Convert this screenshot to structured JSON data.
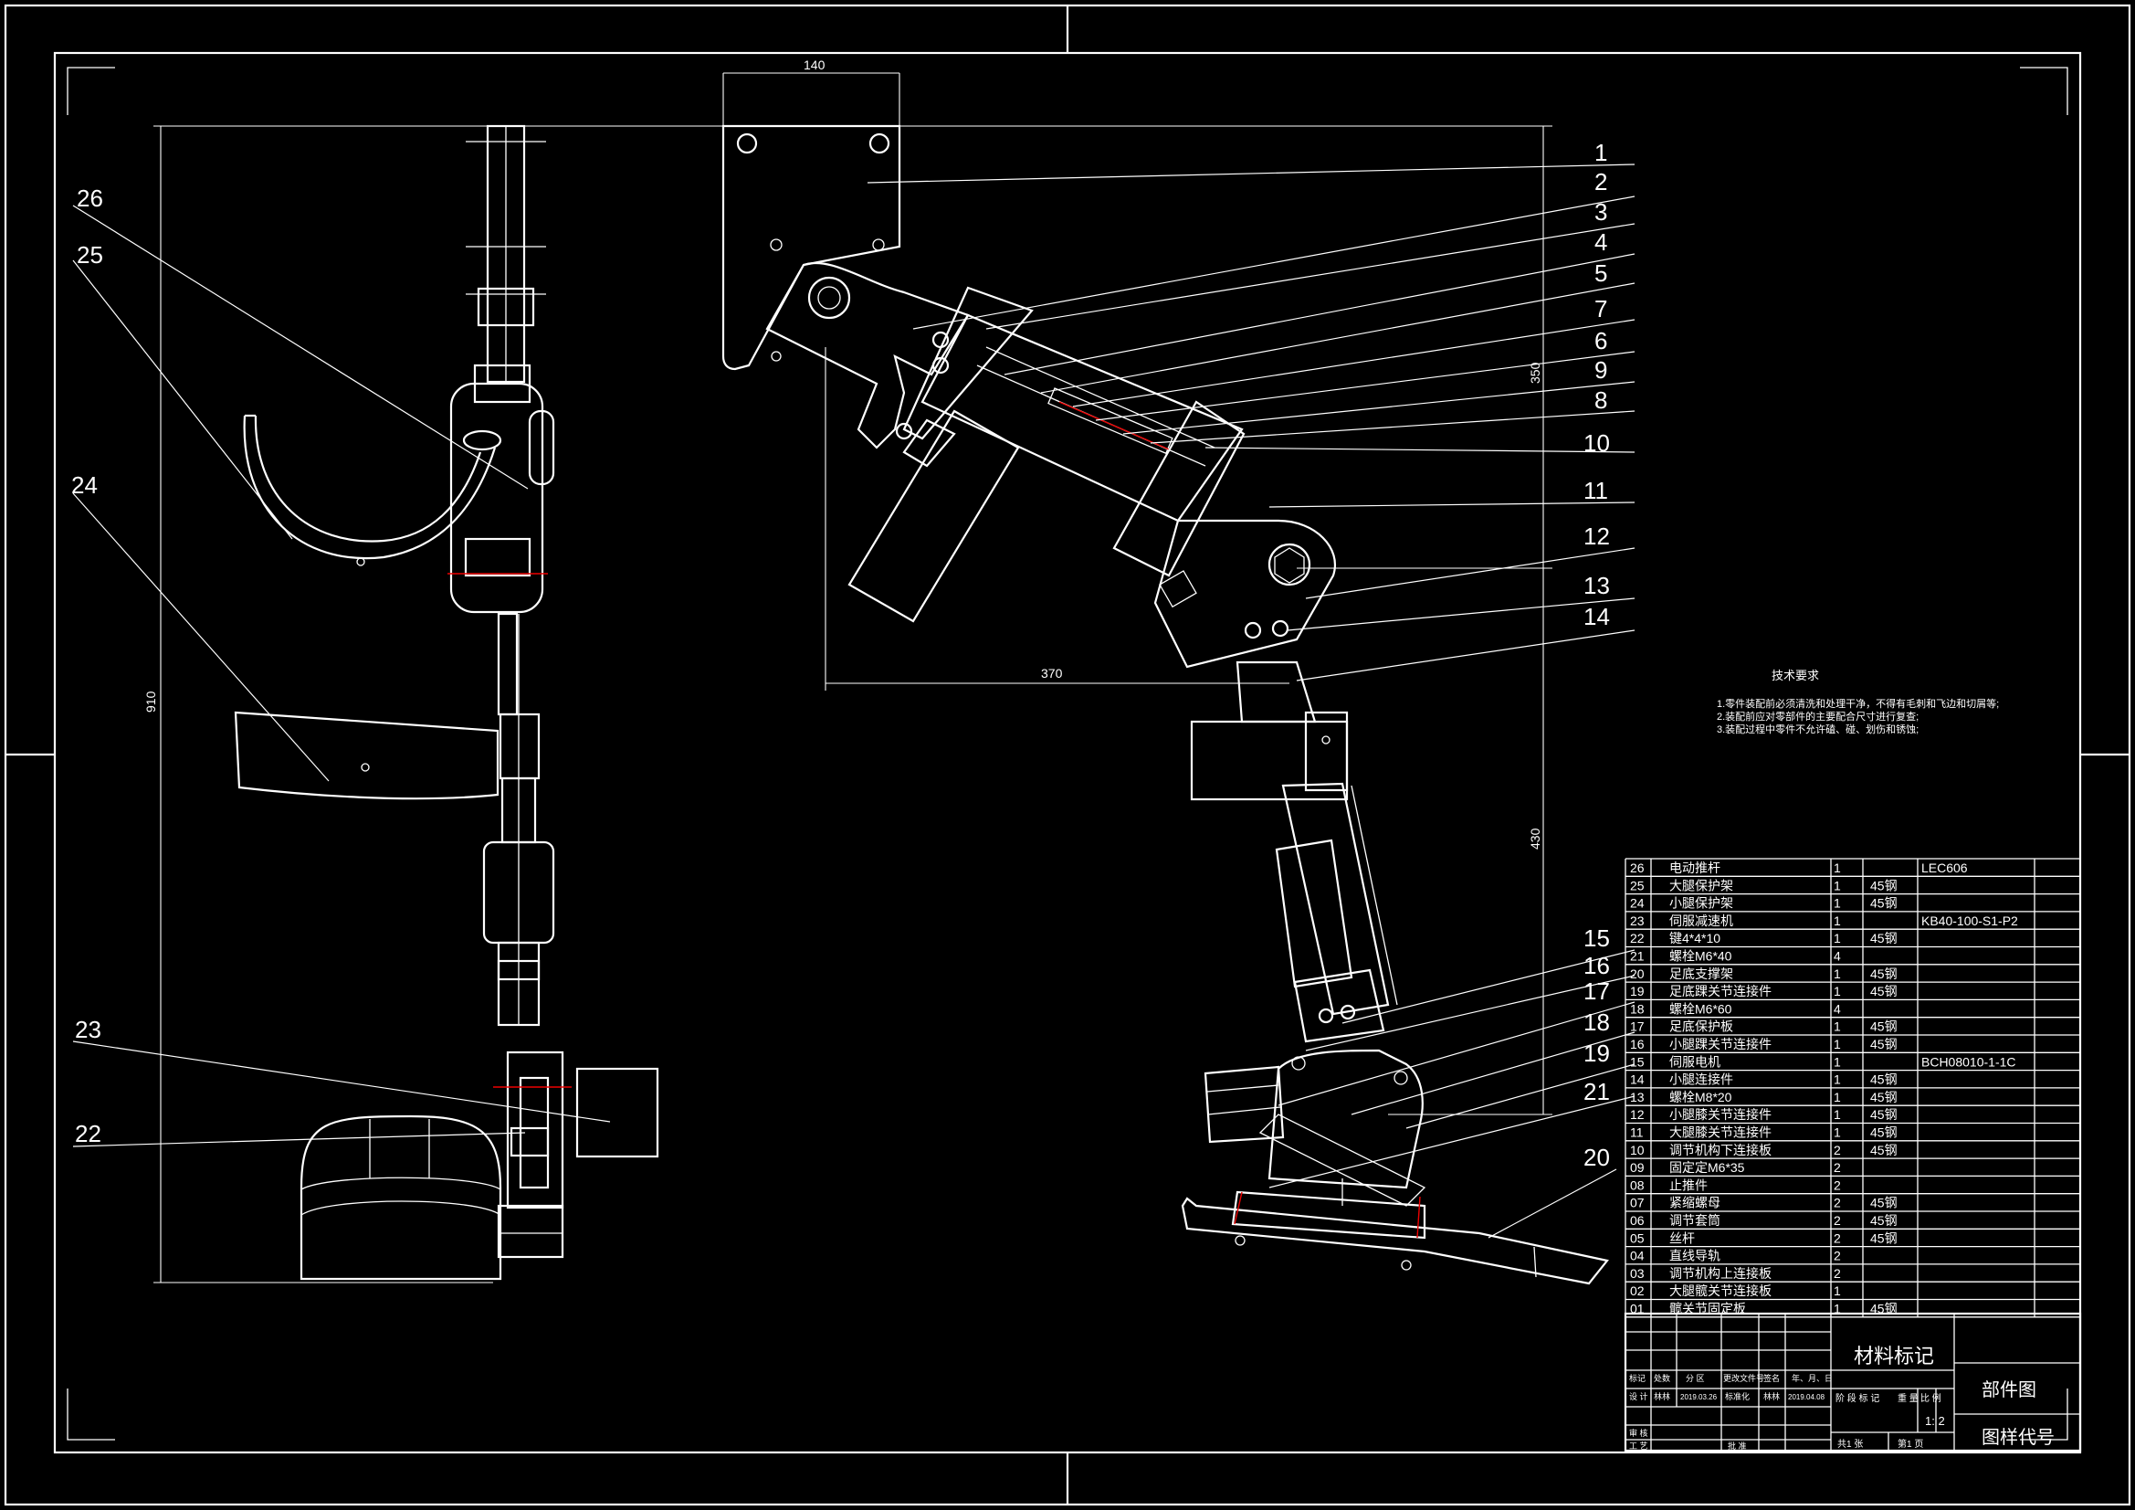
{
  "callouts": [
    "1",
    "2",
    "3",
    "4",
    "5",
    "7",
    "6",
    "9",
    "8",
    "10",
    "11",
    "12",
    "13",
    "14",
    "15",
    "16",
    "17",
    "18",
    "19",
    "21",
    "20",
    "26",
    "25",
    "24",
    "23",
    "22"
  ],
  "dimensions": {
    "width_top": "140",
    "height_left": "910",
    "horizontal_370": "370",
    "vertical_350": "350",
    "vertical_430": "430"
  },
  "tech_requirements": {
    "title": "技术要求",
    "items": [
      "1.零件装配前必须清洗和处理干净，不得有毛刺和飞边和切屑等;",
      "2.装配前应对零部件的主要配合尺寸进行复查;",
      "3.装配过程中零件不允许磕、碰、划伤和锈蚀;"
    ]
  },
  "bom": [
    {
      "no": "26",
      "name": "电动推杆",
      "qty": "1",
      "material": "",
      "remark": "LEC606"
    },
    {
      "no": "25",
      "name": "大腿保护架",
      "qty": "1",
      "material": "45钢",
      "remark": ""
    },
    {
      "no": "24",
      "name": "小腿保护架",
      "qty": "1",
      "material": "45钢",
      "remark": ""
    },
    {
      "no": "23",
      "name": "伺服减速机",
      "qty": "1",
      "material": "",
      "remark": "KB40-100-S1-P2"
    },
    {
      "no": "22",
      "name": "键4*4*10",
      "qty": "1",
      "material": "45钢",
      "remark": ""
    },
    {
      "no": "21",
      "name": "螺栓M6*40",
      "qty": "4",
      "material": "",
      "remark": ""
    },
    {
      "no": "20",
      "name": "足底支撑架",
      "qty": "1",
      "material": "45钢",
      "remark": ""
    },
    {
      "no": "19",
      "name": "足底踝关节连接件",
      "qty": "1",
      "material": "45钢",
      "remark": ""
    },
    {
      "no": "18",
      "name": "螺栓M6*60",
      "qty": "4",
      "material": "",
      "remark": ""
    },
    {
      "no": "17",
      "name": "足底保护板",
      "qty": "1",
      "material": "45钢",
      "remark": ""
    },
    {
      "no": "16",
      "name": "小腿踝关节连接件",
      "qty": "1",
      "material": "45钢",
      "remark": ""
    },
    {
      "no": "15",
      "name": "伺服电机",
      "qty": "1",
      "material": "",
      "remark": "BCH08010-1-1C"
    },
    {
      "no": "14",
      "name": "小腿连接件",
      "qty": "1",
      "material": "45钢",
      "remark": ""
    },
    {
      "no": "13",
      "name": "螺栓M8*20",
      "qty": "1",
      "material": "45钢",
      "remark": ""
    },
    {
      "no": "12",
      "name": "小腿膝关节连接件",
      "qty": "1",
      "material": "45钢",
      "remark": ""
    },
    {
      "no": "11",
      "name": "大腿膝关节连接件",
      "qty": "1",
      "material": "45钢",
      "remark": ""
    },
    {
      "no": "10",
      "name": "调节机构下连接板",
      "qty": "2",
      "material": "45钢",
      "remark": ""
    },
    {
      "no": "09",
      "name": "固定定M6*35",
      "qty": "2",
      "material": "",
      "remark": ""
    },
    {
      "no": "08",
      "name": "止推件",
      "qty": "2",
      "material": "",
      "remark": ""
    },
    {
      "no": "07",
      "name": "紧缩螺母",
      "qty": "2",
      "material": "45钢",
      "remark": ""
    },
    {
      "no": "06",
      "name": "调节套筒",
      "qty": "2",
      "material": "45钢",
      "remark": ""
    },
    {
      "no": "05",
      "name": "丝杆",
      "qty": "2",
      "material": "45钢",
      "remark": ""
    },
    {
      "no": "04",
      "name": "直线导轨",
      "qty": "2",
      "material": "",
      "remark": ""
    },
    {
      "no": "03",
      "name": "调节机构上连接板",
      "qty": "2",
      "material": "",
      "remark": ""
    },
    {
      "no": "02",
      "name": "大腿髋关节连接板",
      "qty": "1",
      "material": "",
      "remark": ""
    },
    {
      "no": "01",
      "name": "髋关节固定板",
      "qty": "1",
      "material": "45钢",
      "remark": ""
    }
  ],
  "title_block": {
    "material_mark": "材料标记",
    "drawing_name": "部件图",
    "drawing_code": "图样代号",
    "scale": "1: 2",
    "row_headers": [
      "标记",
      "处数",
      "分 区",
      "更改文件号",
      "签名",
      "年、月、日"
    ],
    "design_row": [
      "设 计",
      "林林",
      "2019.03.26",
      "标准化",
      "林林",
      "2019.04.08"
    ],
    "stage_labels": [
      "阶 段 标 记",
      "重 量",
      "比 例"
    ],
    "review": "审 核",
    "process": "工 艺",
    "approve": "批 准",
    "sheets": [
      "共1 张",
      "第1 页"
    ]
  }
}
